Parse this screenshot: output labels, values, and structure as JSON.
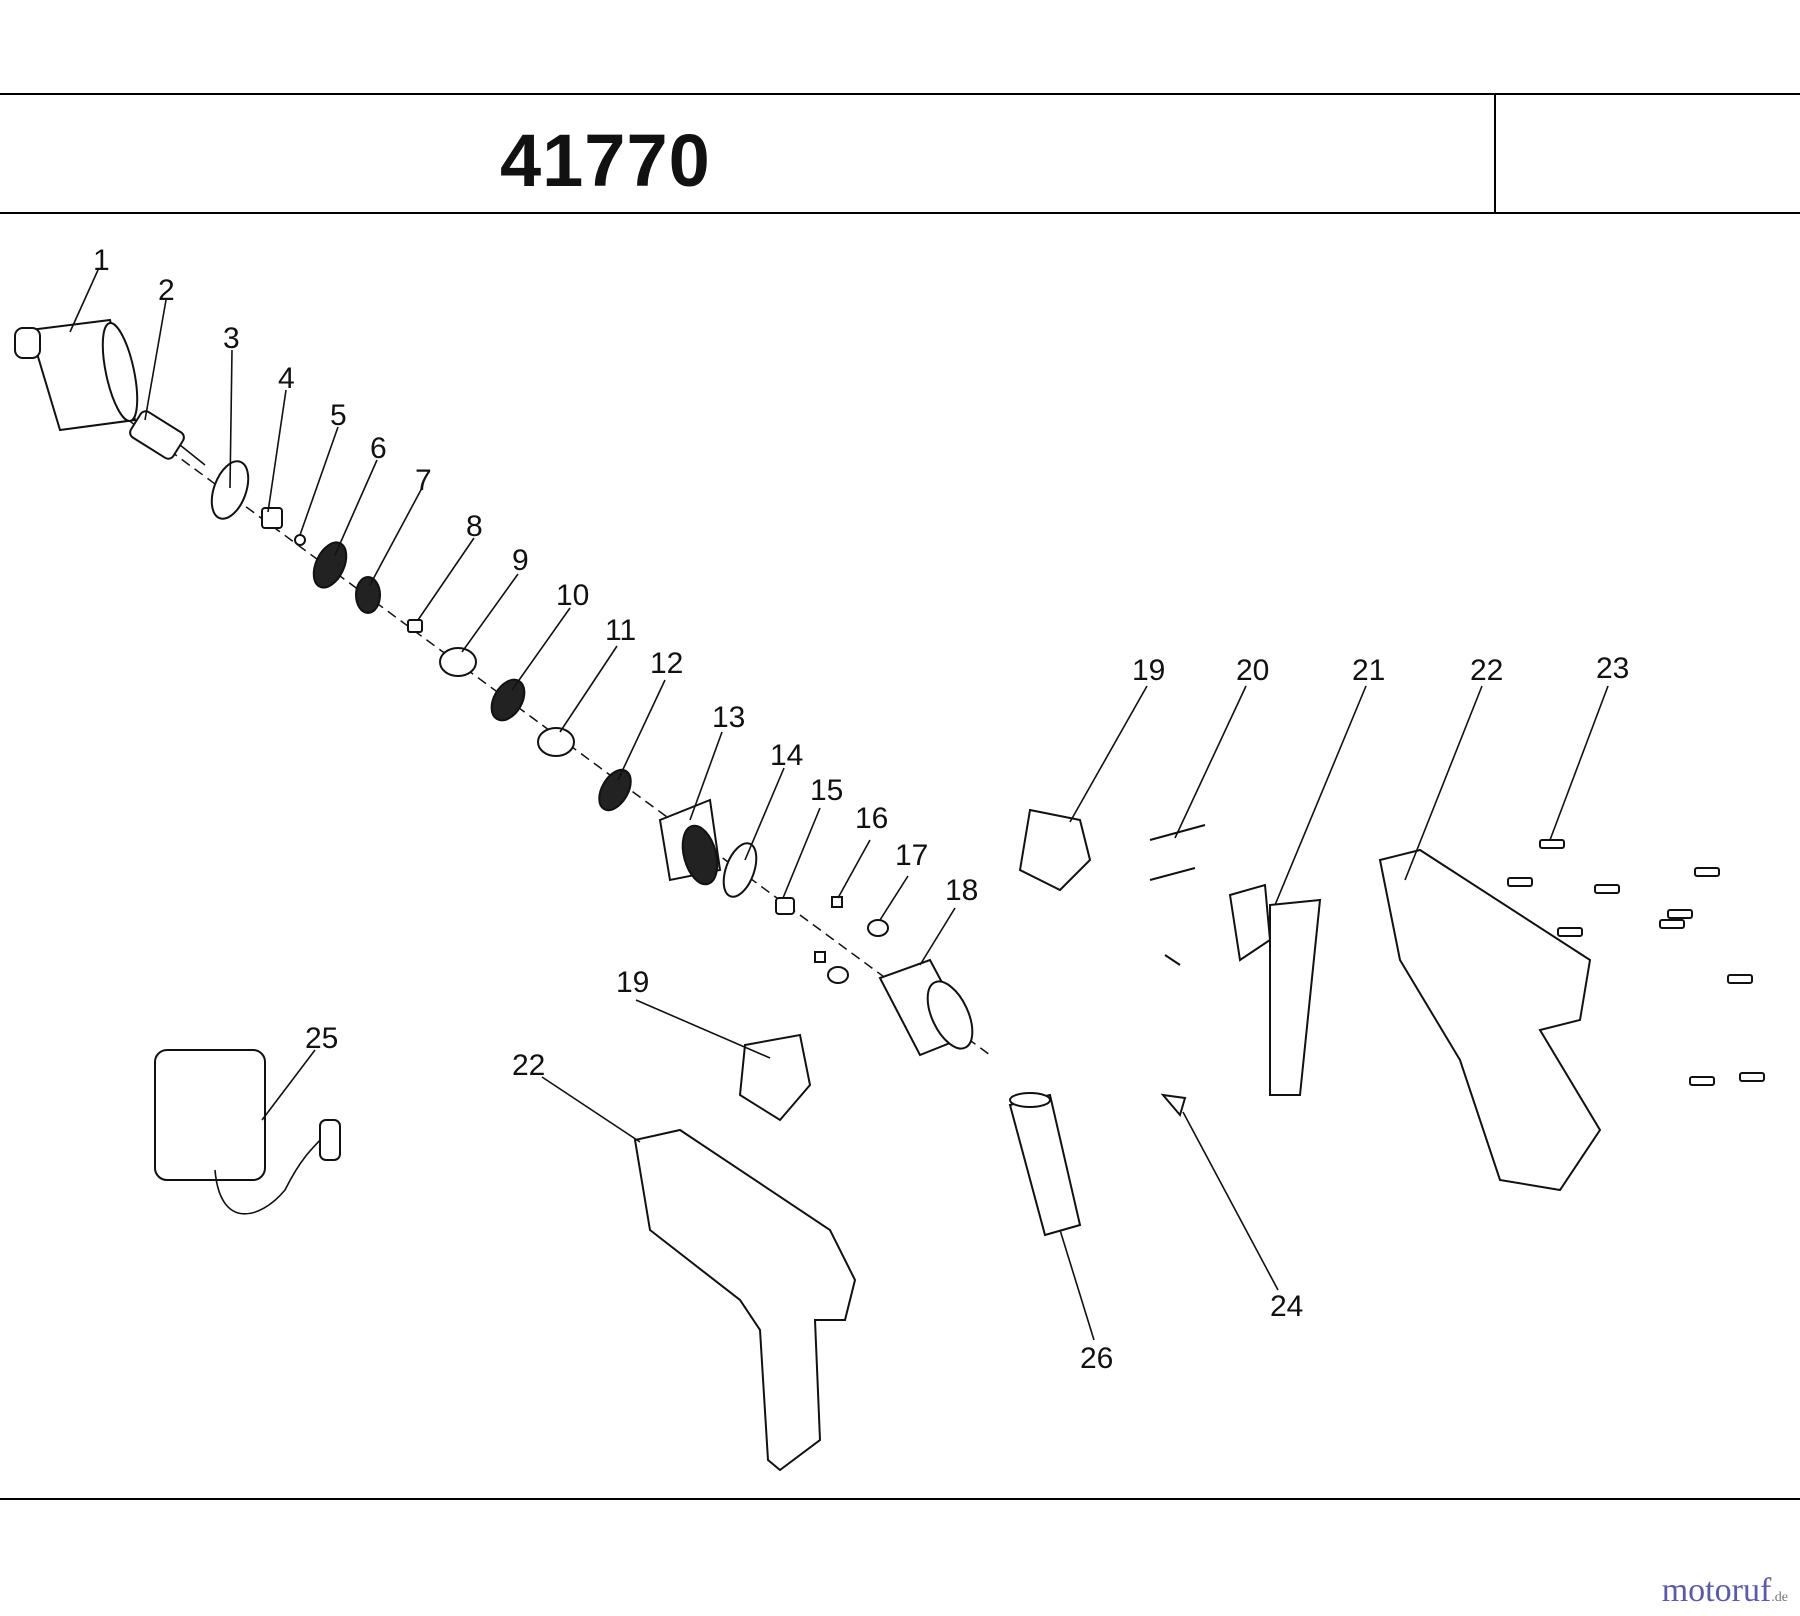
{
  "header": {
    "model_number": "41770"
  },
  "callouts": [
    "1",
    "2",
    "3",
    "4",
    "5",
    "6",
    "7",
    "8",
    "9",
    "10",
    "11",
    "12",
    "13",
    "14",
    "15",
    "16",
    "17",
    "18",
    "19",
    "20",
    "21",
    "22",
    "23",
    "19",
    "25",
    "22",
    "24",
    "26"
  ],
  "watermark": {
    "brand": "motoruf",
    "suffix": ".de"
  }
}
